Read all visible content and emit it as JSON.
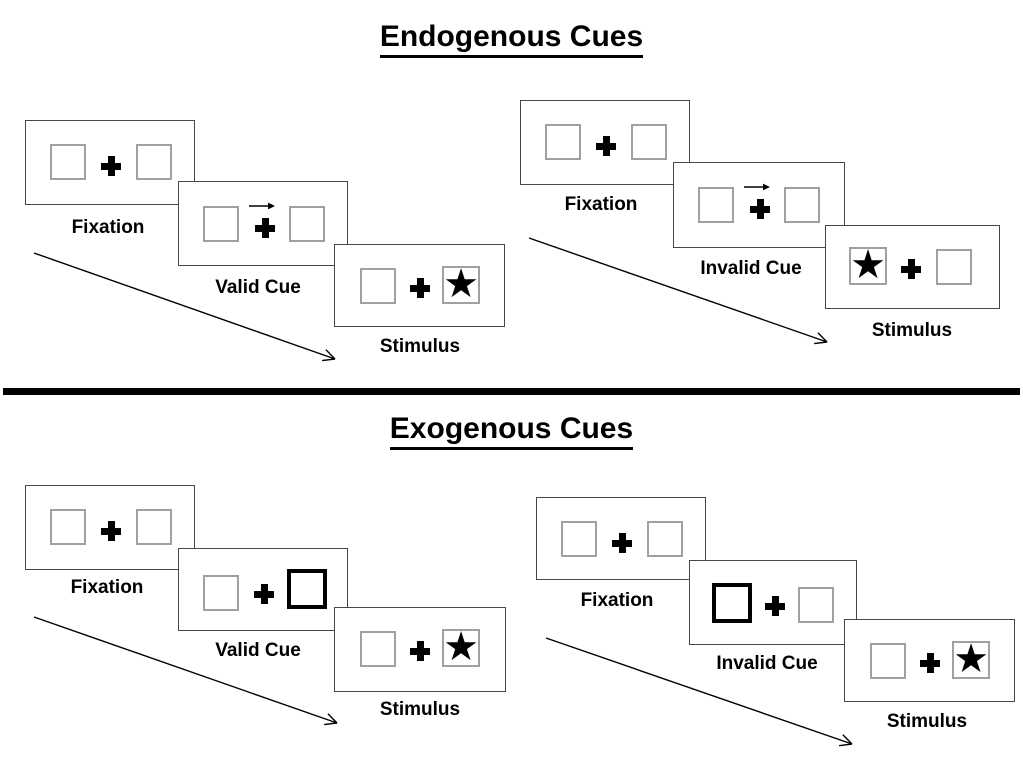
{
  "figure": {
    "sections": [
      {
        "id": "endogenous",
        "title": "Endogenous Cues",
        "sequences": [
          {
            "id": "endo-valid",
            "steps": [
              {
                "label": "Fixation",
                "display": "fixation"
              },
              {
                "label": "Valid Cue",
                "display": "arrow-cue"
              },
              {
                "label": "Stimulus",
                "display": "star-right"
              }
            ]
          },
          {
            "id": "endo-invalid",
            "steps": [
              {
                "label": "Fixation",
                "display": "fixation"
              },
              {
                "label": "Invalid Cue",
                "display": "arrow-cue"
              },
              {
                "label": "Stimulus",
                "display": "star-left"
              }
            ]
          }
        ]
      },
      {
        "id": "exogenous",
        "title": "Exogenous Cues",
        "sequences": [
          {
            "id": "exo-valid",
            "steps": [
              {
                "label": "Fixation",
                "display": "fixation"
              },
              {
                "label": "Valid Cue",
                "display": "thick-right"
              },
              {
                "label": "Stimulus",
                "display": "star-right"
              }
            ]
          },
          {
            "id": "exo-invalid",
            "steps": [
              {
                "label": "Fixation",
                "display": "fixation"
              },
              {
                "label": "Invalid Cue",
                "display": "thick-left"
              },
              {
                "label": "Stimulus",
                "display": "star-right"
              }
            ]
          }
        ]
      }
    ],
    "icons": {
      "star": "★",
      "fixation_cross": "heavy-plus-cross",
      "cue_arrow": "right-arrow",
      "sequence_arrow": "diagonal-right-arrow"
    },
    "colors": {
      "panel_border": "#474747",
      "square_border": "#a0a0a0",
      "highlight_border": "#000000",
      "ink": "#000000",
      "divider": "#000000",
      "background": "#ffffff"
    }
  }
}
